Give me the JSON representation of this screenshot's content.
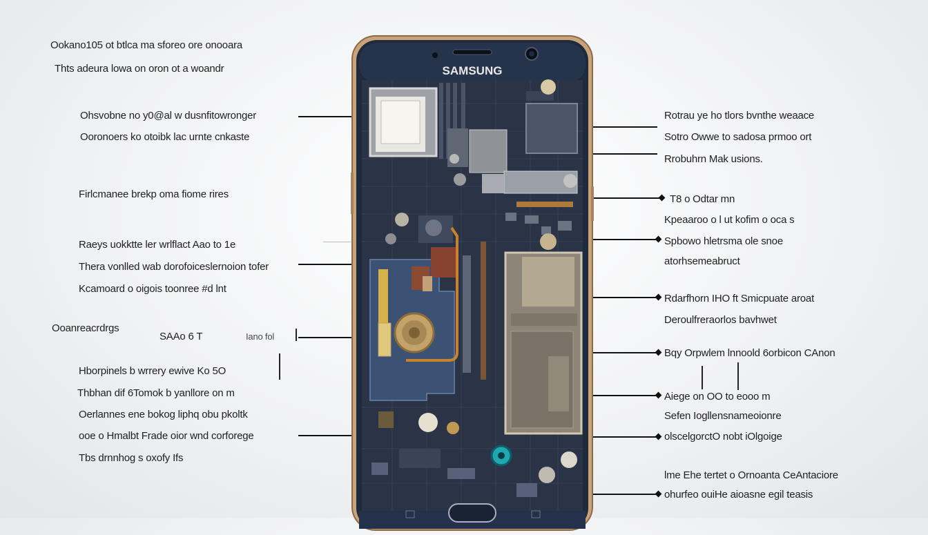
{
  "brand": "SAMSUNG",
  "left_labels": [
    "Ookano105 ot btlca ma sforeo ore onooara",
    "Thts adeura lowa on oron ot a woandr",
    "Ohsvobne no y0@al w dusnfitowronger",
    "Ooronoers ko otoibk lac urnte cnkaste",
    "Firlcmanee brekp oma fiome rires",
    "Raeys uokktte ler wrlflact Aao to 1e",
    "Thera vonlled wab dorofoiceslernoion tofer",
    "Kcamoard o oigois toonree #d lnt",
    "Ooanreacrdrgs",
    "SAAo 6 T",
    "Iano fol",
    "Hborpinels b wrrery ewive Ko 5O",
    "Thbhan dif 6Tomok b yanllore on m",
    "Oerlannes ene bokog liphq obu pkoltk",
    "ooe o Hmalbt Frade oior wnd corforege",
    "Tbs drnnhog s oxofy Ifs"
  ],
  "right_labels": [
    "Rotrau ye ho tlors bvnthe weaace",
    "Sotro Owwe to sadosa prmoo ort",
    "Rrobuhrn Mak usions.",
    "T8 o Odtar mn",
    "Kpeaaroo o l ut kofim o oca s",
    "Spbowo hletrsma ole snoe",
    "atorhsemeabruct",
    "Rdarfhorn IHO ft Smicpuate aroat",
    "Deroulfreraorlos bavhwet",
    "Bqy Orpwlem lnnoold 6orbicon CAnon",
    "Aiege on OO to eooo m",
    "Sefen Iogllensnameoionre",
    "olscelgorctO nobt iOlgoige",
    "lme Ehe tertet o Ornoanta CeAntaciore",
    "ohurfeo ouiHe aioasne egil teasis"
  ],
  "colors": {
    "frame_gold": "#c9a37a",
    "body_navy": "#1f2a3d",
    "board_blue": "#3c5275",
    "copper": "#c8832a",
    "battery": "#8d8678"
  }
}
